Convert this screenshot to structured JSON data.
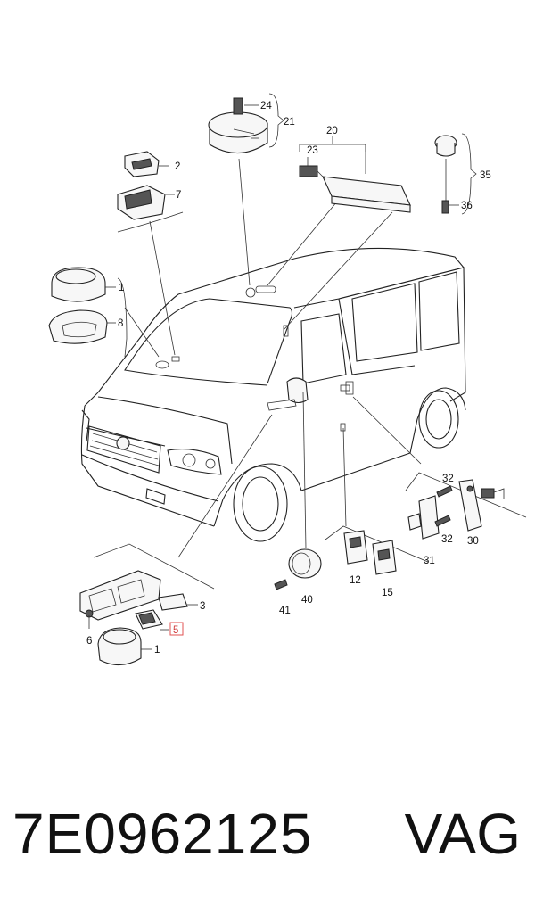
{
  "callouts": {
    "c24": "24",
    "c21": "21",
    "c20": "20",
    "c23": "23",
    "c35": "35",
    "c36": "36",
    "c2": "2",
    "c7": "7",
    "c1a": "1",
    "c8": "8",
    "c32a": "32",
    "c32b": "32",
    "c30": "30",
    "c31": "31",
    "c12": "12",
    "c15": "15",
    "c40": "40",
    "c41": "41",
    "c3": "3",
    "c5": "5",
    "c6": "6",
    "c1b": "1"
  },
  "highlighted_callout": "5",
  "caption": {
    "part_number": "7E0962125",
    "brand": "VAG"
  }
}
